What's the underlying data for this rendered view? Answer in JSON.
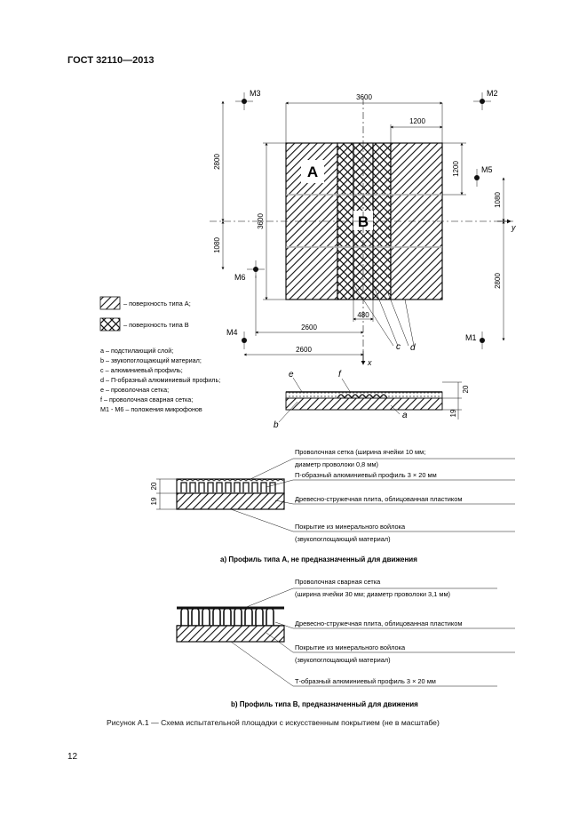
{
  "header": {
    "code": "ГОСТ 32110—2013"
  },
  "plan": {
    "mics": [
      "M3",
      "M2",
      "M5",
      "M6",
      "M4",
      "M1"
    ],
    "dims": {
      "w3600": "3600",
      "w1200": "1200",
      "h2800": "2800",
      "h3600": "3600",
      "h1080_left": "1080",
      "h1200": "1200",
      "h1080_right": "1080",
      "h2800_right": "2800",
      "w480": "480",
      "w2600a": "2600",
      "w2600b": "2600"
    },
    "labels": {
      "A": "A",
      "B": "B",
      "y": "y",
      "x": "x",
      "c": "c",
      "d": "d"
    }
  },
  "legend": {
    "typeA": "– поверхность типа А;",
    "typeB": "– поверхность типа В",
    "notes": [
      "a – подстилающий слой;",
      "b – звукопоглощающий материал;",
      "c – алюминиевый профиль;",
      "d – П-образный алюминиевый профиль;",
      "e – проволочная сетка;",
      "f – проволочная сварная сетка;",
      "M1 - M6 – положения микрофонов"
    ]
  },
  "section_small": {
    "labels": {
      "e": "e",
      "f": "f",
      "b": "b",
      "a": "a"
    },
    "dims": {
      "d20": "20",
      "d19": "19"
    }
  },
  "profile_a": {
    "dims": {
      "d19": "19",
      "d20": "20"
    },
    "callouts": [
      "Проволочная сетка (ширина ячейки 10 мм;",
      "диаметр проволоки 0,8 мм)",
      "П-образный алюминиевый профиль 3 × 20 мм",
      "Древесно-стружечная плита, облицованная пластиком",
      "Покрытие из минерального войлока",
      "(звукопоглощающий материал)"
    ],
    "caption": "а) Профиль типа А, не предназначенный для движения"
  },
  "profile_b": {
    "callouts": [
      "Проволочная сварная сетка",
      "(ширина ячейки 30 мм; диаметр проволоки 3,1 мм)",
      "Древесно-стружечная плита, облицованная пластиком",
      "Покрытие из минерального войлока",
      "(звукопоглощающий материал)",
      "Т-образный алюминиевый профиль 3 × 20 мм"
    ],
    "caption": "b) Профиль типа В, предназначенный для движения"
  },
  "figure_caption": "Рисунок А.1 — Схема испытательной площадки с искусственным покрытием (не в масштабе)",
  "page_number": "12"
}
